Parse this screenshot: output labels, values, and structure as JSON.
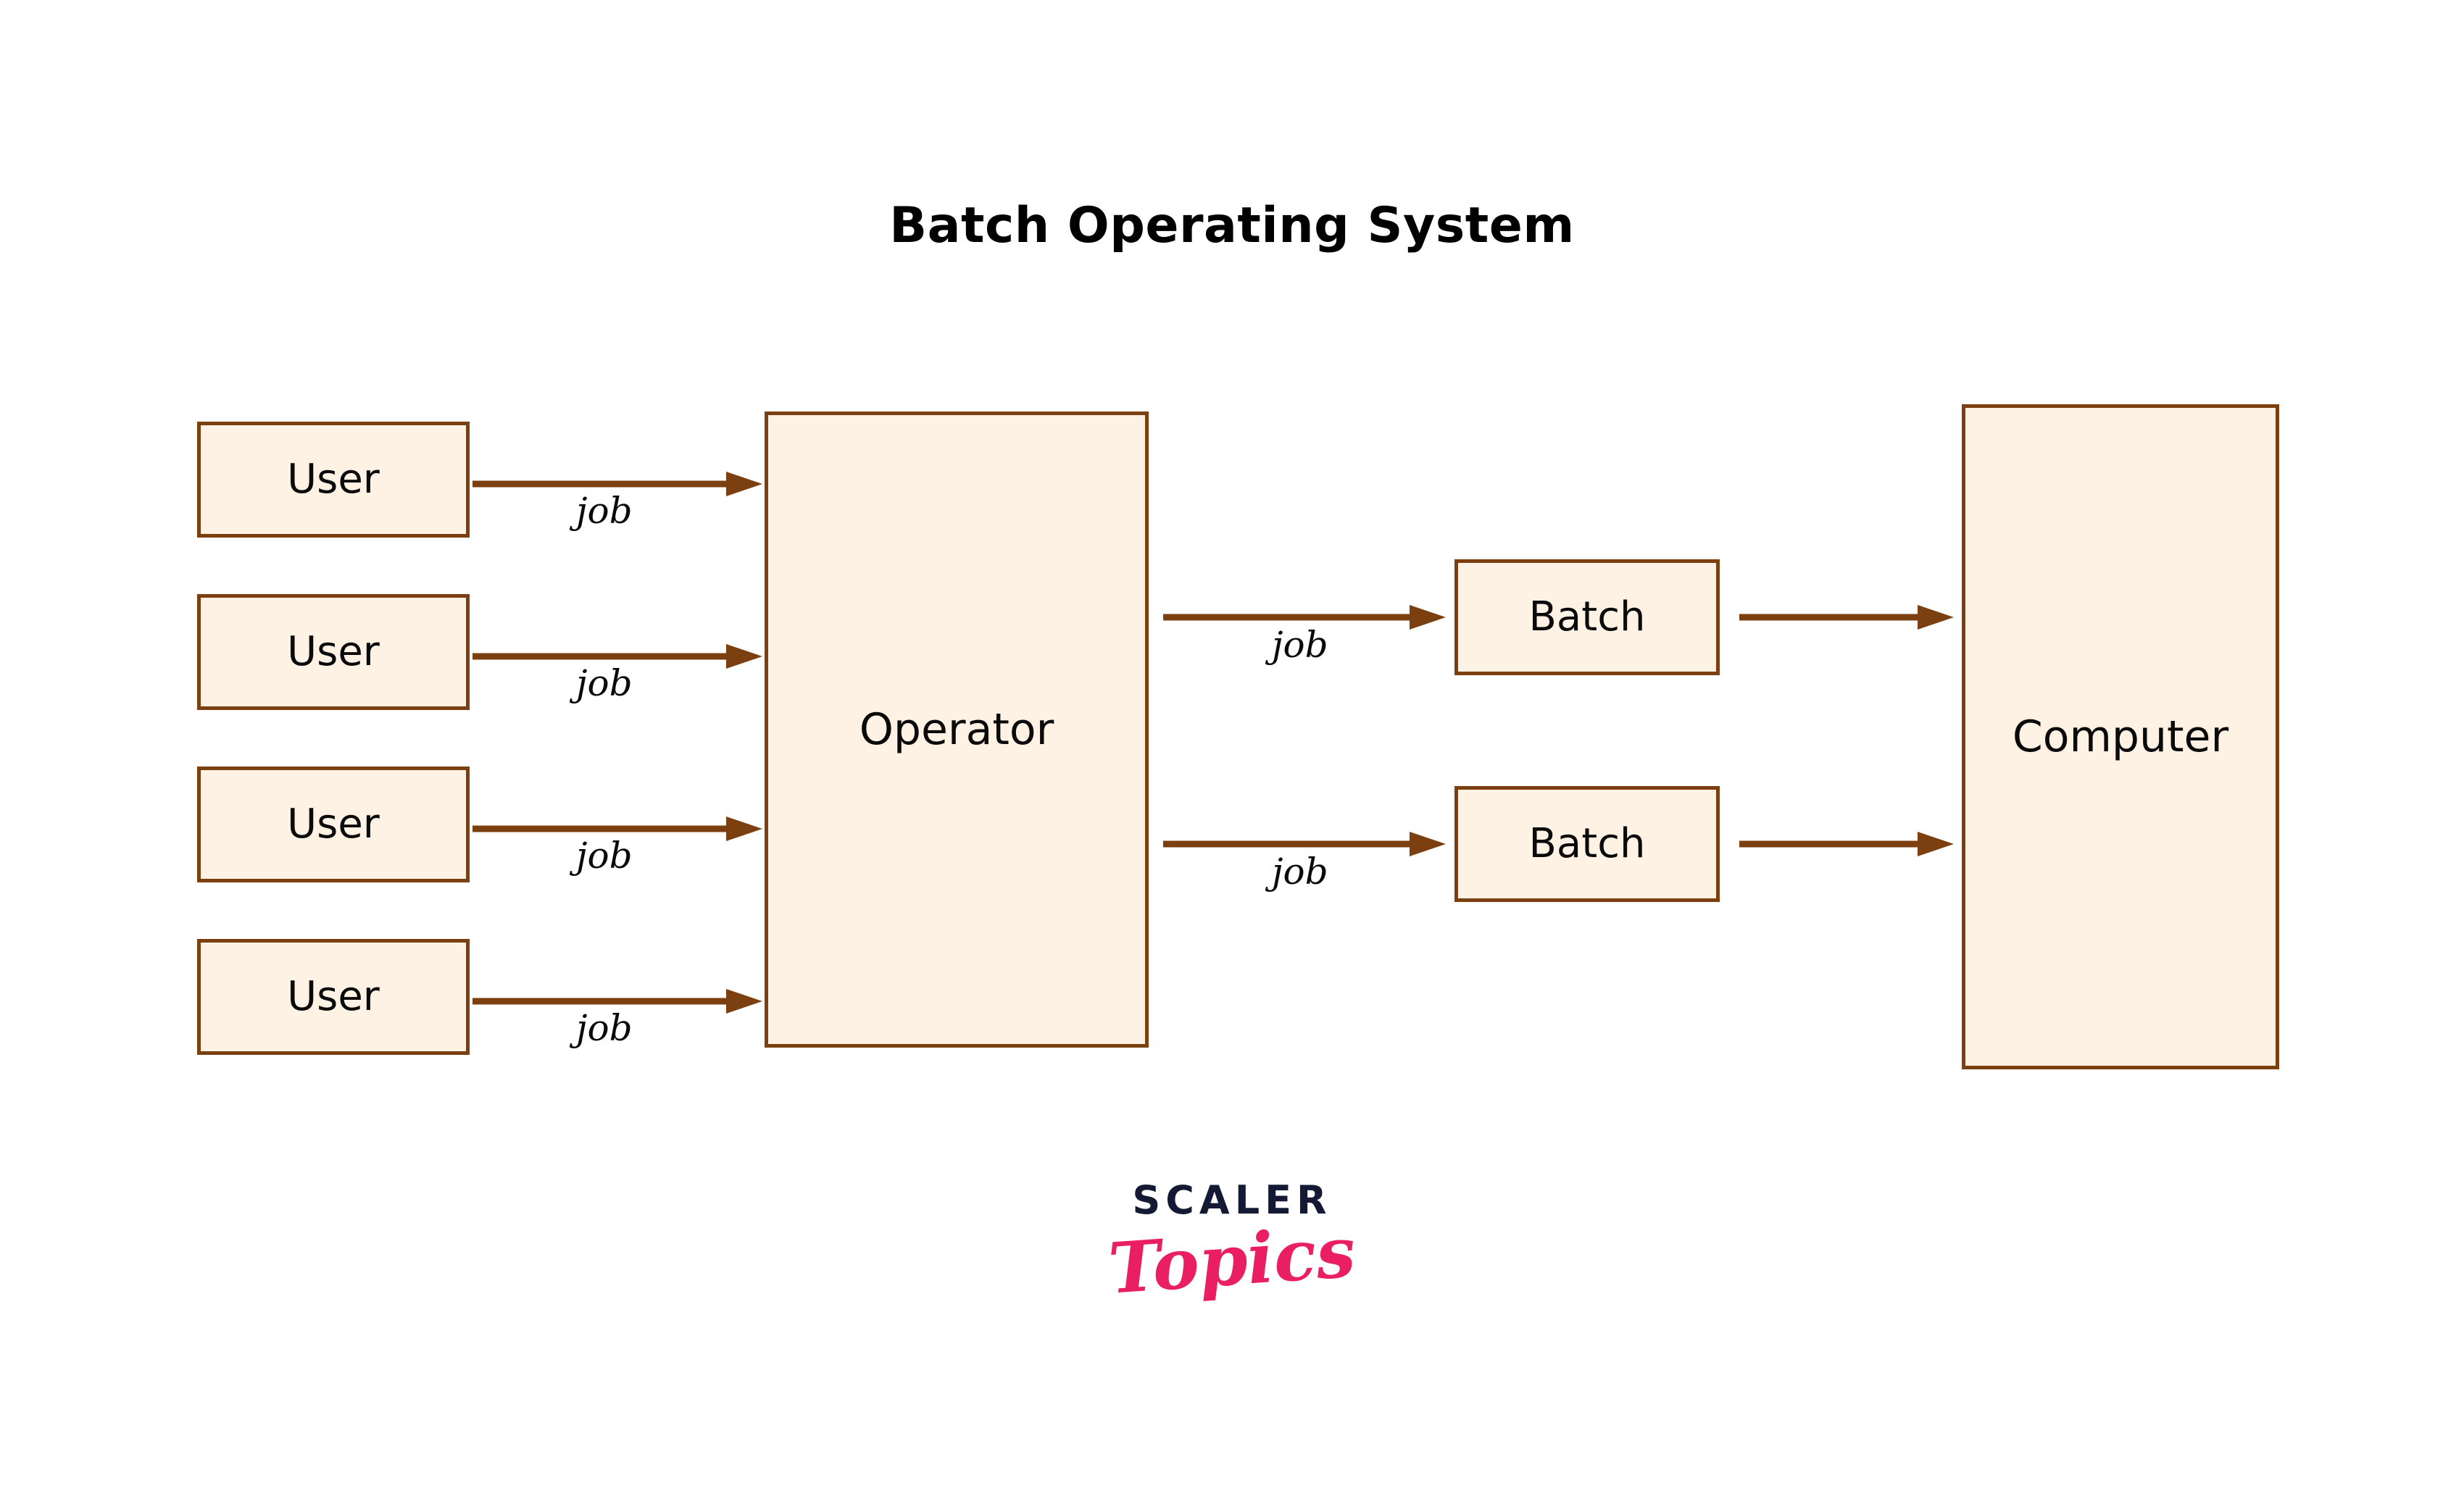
{
  "title": "Batch Operating System",
  "colors": {
    "box_fill": "#FDF2E4",
    "box_border": "#7B3F10",
    "arrow": "#7B3F10",
    "text": "#0a0a0a",
    "background": "#ffffff",
    "logo_scaler": "#141A33",
    "logo_topics": "#E91E63"
  },
  "nodes": {
    "users": [
      {
        "label": "User"
      },
      {
        "label": "User"
      },
      {
        "label": "User"
      },
      {
        "label": "User"
      }
    ],
    "operator": {
      "label": "Operator"
    },
    "batches": [
      {
        "label": "Batch"
      },
      {
        "label": "Batch"
      }
    ],
    "computer": {
      "label": "Computer"
    }
  },
  "edges": [
    {
      "from": "User 1",
      "to": "Operator",
      "label": "job"
    },
    {
      "from": "User 2",
      "to": "Operator",
      "label": "job"
    },
    {
      "from": "User 3",
      "to": "Operator",
      "label": "job"
    },
    {
      "from": "User 4",
      "to": "Operator",
      "label": "job"
    },
    {
      "from": "Operator",
      "to": "Batch 1",
      "label": "job"
    },
    {
      "from": "Operator",
      "to": "Batch 2",
      "label": "job"
    },
    {
      "from": "Batch 1",
      "to": "Computer",
      "label": ""
    },
    {
      "from": "Batch 2",
      "to": "Computer",
      "label": ""
    }
  ],
  "edge_labels": [
    "job",
    "job",
    "job",
    "job",
    "job",
    "job"
  ],
  "logo": {
    "scaler": "SCALER",
    "topics": "Topics"
  }
}
